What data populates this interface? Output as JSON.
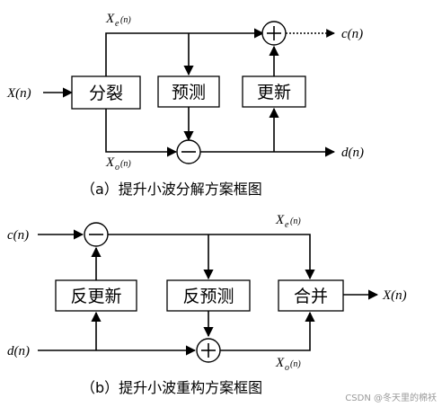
{
  "diagram_a": {
    "blocks": {
      "split": "分裂",
      "predict": "预测",
      "update": "更新"
    },
    "signals": {
      "input": "X(n)",
      "even": "X_e(n)",
      "odd": "X_o(n)",
      "c": "c(n)",
      "d": "d(n)"
    },
    "ops": {
      "add": "+",
      "sub": "−"
    },
    "caption": "（a）提升小波分解方案框图"
  },
  "diagram_b": {
    "blocks": {
      "inv_update": "反更新",
      "inv_predict": "反预测",
      "merge": "合并"
    },
    "signals": {
      "c": "c(n)",
      "d": "d(n)",
      "even": "X_e(n)",
      "odd": "X_o(n)",
      "output": "X(n)"
    },
    "ops": {
      "sub": "−",
      "add": "+"
    },
    "caption": "（b）提升小波重构方案框图"
  },
  "watermark": "CSDN @冬天里的棉袄"
}
